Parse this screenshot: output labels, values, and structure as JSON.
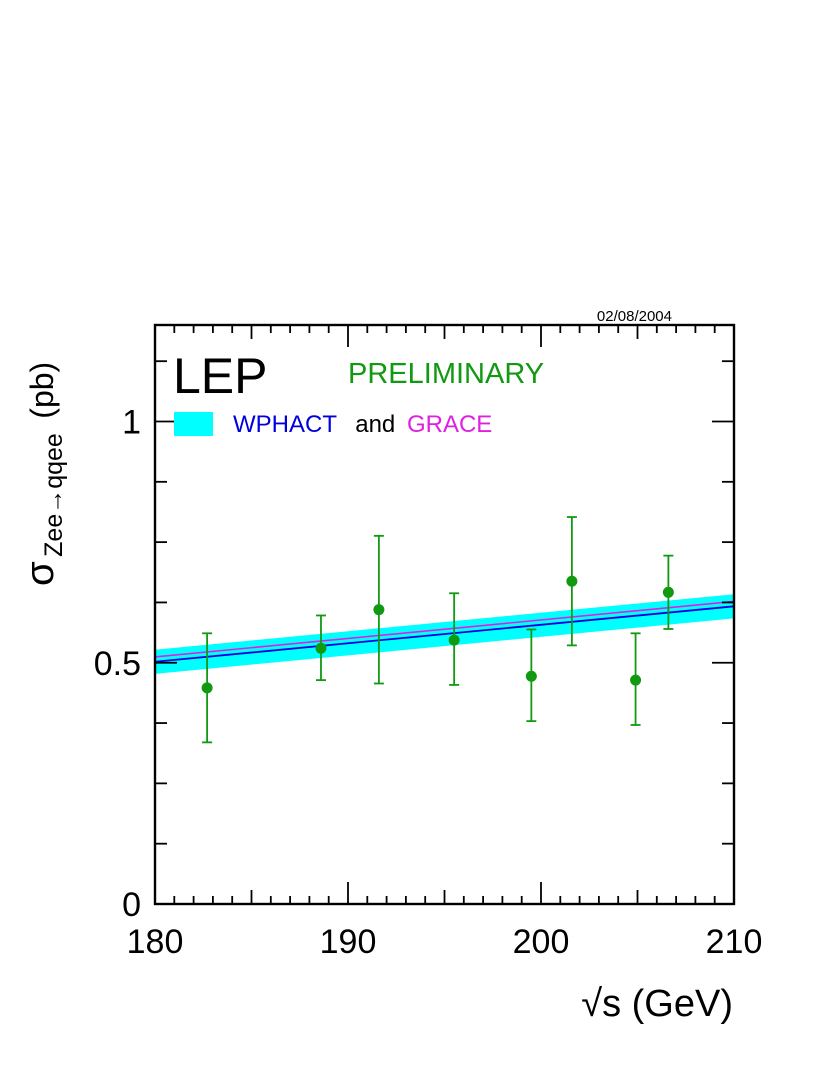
{
  "chart_data": {
    "type": "scatter",
    "date_label": "02/08/2004",
    "experiment_label": "LEP",
    "status_label": "PRELIMINARY",
    "xlabel": "√s (GeV)",
    "ylabel": {
      "main": "σ",
      "subscript": "Zee→qqee",
      "unit": "(pb)"
    },
    "xlim": [
      180,
      210
    ],
    "ylim": [
      0,
      1.2
    ],
    "x_ticks": [
      "180",
      "190",
      "200",
      "210"
    ],
    "y_ticks": [
      "0",
      "0.5",
      "1"
    ],
    "legend": {
      "placement": "top-left",
      "band_label_1": "WPHACT",
      "band_label_joiner": "and",
      "band_label_2": "GRACE"
    },
    "theory": {
      "x": [
        180,
        210
      ],
      "wphact": [
        0.502,
        0.617
      ],
      "grace": [
        0.512,
        0.627
      ],
      "band_low": [
        0.477,
        0.592
      ],
      "band_high": [
        0.527,
        0.642
      ]
    },
    "series": [
      {
        "x": [
          182.7,
          188.6,
          191.6,
          195.5,
          199.5,
          201.6,
          204.9,
          206.6
        ],
        "y": [
          0.448,
          0.53,
          0.61,
          0.547,
          0.472,
          0.669,
          0.464,
          0.646
        ],
        "err_low": [
          0.113,
          0.066,
          0.153,
          0.093,
          0.093,
          0.133,
          0.093,
          0.076
        ],
        "err_high": [
          0.113,
          0.068,
          0.153,
          0.097,
          0.097,
          0.133,
          0.097,
          0.076
        ]
      }
    ],
    "colors": {
      "band": "#00ffff",
      "wphact": "#0000dd",
      "grace": "#e020e0",
      "data": "#119911",
      "axis": "#000000"
    }
  }
}
